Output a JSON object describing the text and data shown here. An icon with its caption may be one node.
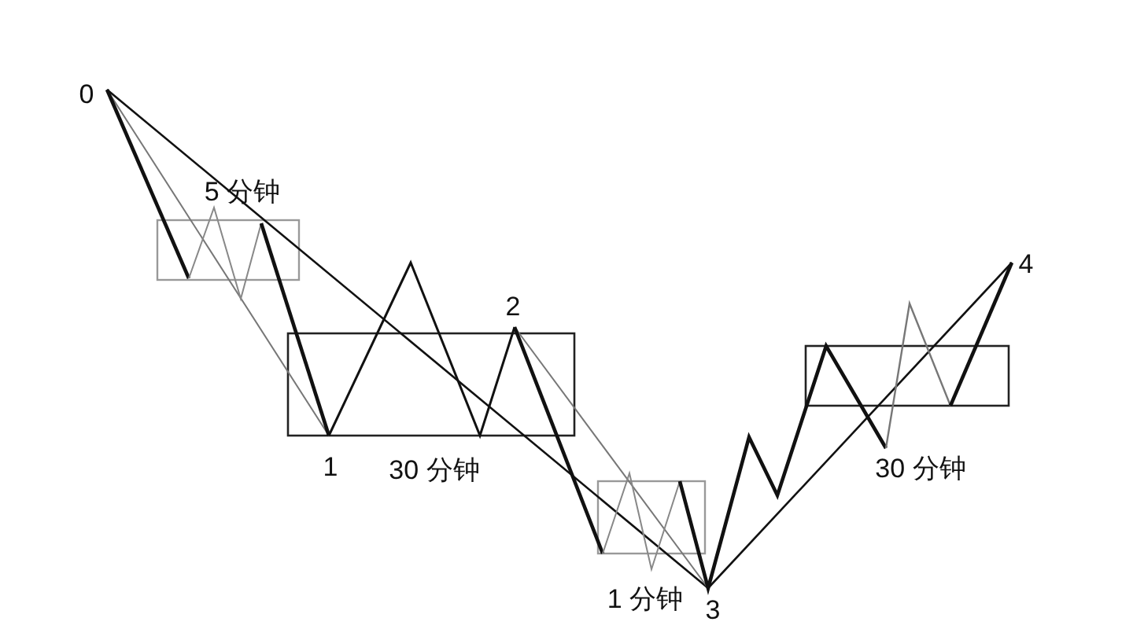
{
  "diagram": {
    "labels": [
      "0",
      "5 分钟",
      "2",
      "1",
      "30 分钟",
      "1 分钟",
      "3",
      "4",
      "30 分钟"
    ]
  }
}
